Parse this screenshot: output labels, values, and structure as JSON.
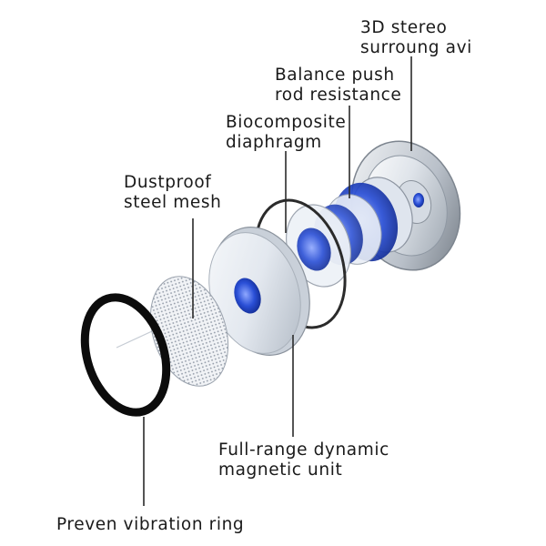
{
  "labels": {
    "surround": {
      "line1": "3D stereo",
      "line2": "surroung avi"
    },
    "balance": {
      "line1": "Balance push",
      "line2": "rod resistance"
    },
    "diaphragm": {
      "line1": "Biocomposite",
      "line2": "diaphragm"
    },
    "mesh": {
      "line1": "Dustproof",
      "line2": "steel mesh"
    },
    "unit": {
      "line1": "Full-range dynamic",
      "line2": "magnetic unit"
    },
    "ring": {
      "line1": "Preven vibration ring"
    }
  },
  "colors": {
    "accent_blue": "#2a4fd6",
    "ring_black": "#0c0c0c",
    "metal_light": "#e9edf2",
    "metal_mid": "#b7bfca",
    "leader_line": "#2a2a2a"
  }
}
